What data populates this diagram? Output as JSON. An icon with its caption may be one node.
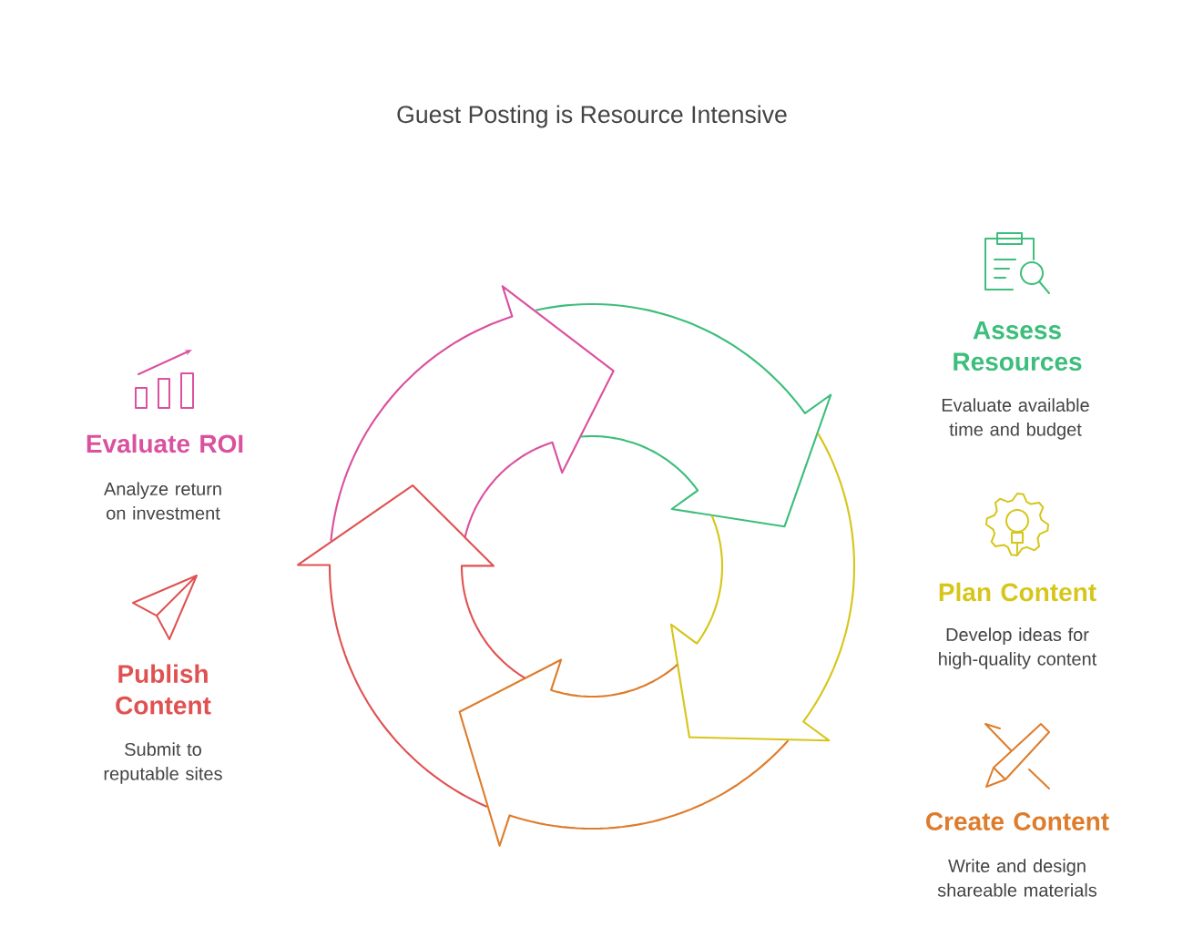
{
  "diagram": {
    "title": "Guest Posting is Resource Intensive",
    "labels": [
      "Assess Resources",
      "Evaluate available time and budget",
      "Evaluate ROI",
      "Analyze return on investment",
      "Plan Content",
      "Develop ideas for high-quality content",
      "Publish Content",
      "Submit to reputable sites",
      "Create Content",
      "Write and design shareable materials"
    ]
  }
}
